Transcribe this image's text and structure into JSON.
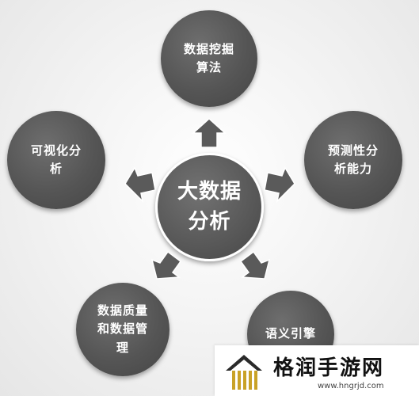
{
  "diagram": {
    "center": {
      "label": "大数据\n分析"
    },
    "nodes": {
      "top": {
        "label": "数据挖掘\n算法"
      },
      "left": {
        "label": "可视化分\n析"
      },
      "right": {
        "label": "预测性分\n析能力"
      },
      "bottom_left": {
        "label": "数据质量\n和数据管\n理"
      },
      "bottom_right": {
        "label": "语义引擎"
      }
    },
    "colors": {
      "node_fill": "#555555",
      "text": "#ffffff",
      "arrow": "#5a5a5a",
      "background": "#f2f2f2"
    }
  },
  "watermark": {
    "brand": "格润手游网",
    "url": "www.hngrjd.com",
    "logo_colors": {
      "roof": "#2a2a2a",
      "body": "#c9a227"
    }
  }
}
